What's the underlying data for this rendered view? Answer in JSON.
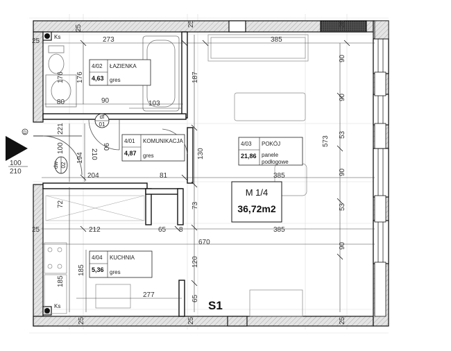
{
  "unit": {
    "label": "M 1/4",
    "area": "36,72m2",
    "staircase": "S1"
  },
  "rooms": [
    {
      "code": "4/02",
      "name": "ŁAZIENKA",
      "area": "4,63",
      "floor": "gres"
    },
    {
      "code": "4/01",
      "name": "KOMUNIKACJA",
      "area": "4,87",
      "floor": "gres"
    },
    {
      "code": "4/03",
      "name": "POKÓJ",
      "area": "21,86",
      "floor_line1": "panele",
      "floor_line2": "podłogowe"
    },
    {
      "code": "4/04",
      "name": "KUCHNIA",
      "area": "5,36",
      "floor": "gres"
    }
  ],
  "doors": {
    "df": {
      "code": "df",
      "num": "01"
    },
    "dw": {
      "code": "dw",
      "num": "02"
    },
    "entry": {
      "code": "D",
      "width": "100",
      "height": "210"
    },
    "df_width": "90",
    "df_height": "210"
  },
  "shafts": {
    "top": "Ks",
    "bottom": "Ks"
  },
  "dimensions": {
    "top_25": "25",
    "bath_width": "273",
    "room_width_top": "385",
    "left_25": "25",
    "bath_176": "176",
    "bath_187": "187",
    "toilet_80": "80",
    "sink_90": "90",
    "tub_103": "103",
    "hall_221": "221",
    "hall_100": "100",
    "hall_194": "194",
    "hall_204": "204",
    "hall_81": "81",
    "hall_130": "130",
    "room_385_mid": "385",
    "room_573": "573",
    "r_90a": "90",
    "r_53a": "53",
    "r_90b": "90",
    "r_53b": "53",
    "r_90c": "90",
    "niche_72": "72",
    "niche_73": "73",
    "k_212": "212",
    "k_65": "65",
    "k_8": "8",
    "k_25": "25",
    "room_385_low": "385",
    "total_670": "670",
    "k_185a": "185",
    "k_185b": "185",
    "k_120": "120",
    "k_65v": "65",
    "k_277": "277",
    "b_25a": "25",
    "b_25b": "25",
    "b_25c": "25",
    "r_25": "25"
  },
  "icons": [
    "entry-arrow-icon",
    "toilet-icon",
    "bathtub-icon",
    "sink-icon",
    "stove-icon",
    "bed-icon",
    "wardrobe-icon",
    "table-icon",
    "sofa-icon"
  ]
}
